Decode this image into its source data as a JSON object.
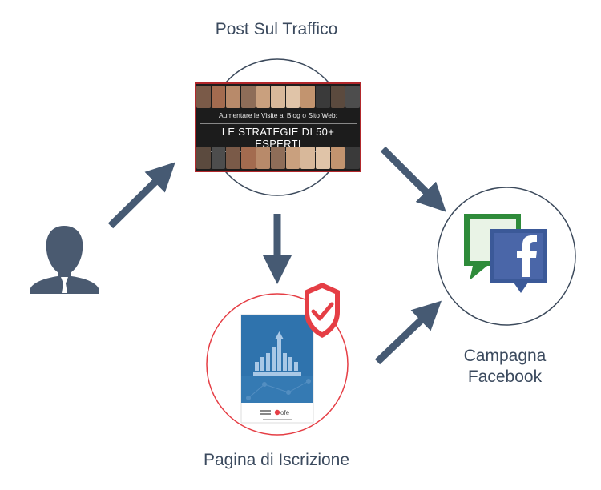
{
  "nodes": {
    "post": {
      "label": "Post Sul Traffico"
    },
    "campagna": {
      "label_line1": "Campagna",
      "label_line2": "Facebook"
    },
    "pagina": {
      "label": "Pagina di Iscrizione"
    }
  },
  "banner": {
    "line1": "Aumentare le Visite al Blog o Sito Web:",
    "line2": "LE STRATEGIE DI 50+ ESPERTI"
  },
  "ebook": {
    "brand_text": "ofe"
  },
  "icons": {
    "user": "user-icon",
    "facebook": "facebook-icon",
    "shield": "shield-check-icon"
  },
  "colors": {
    "arrow": "#465a73",
    "circle": "#3c4a5c",
    "red": "#e53e45",
    "facebook_blue": "#3b5998",
    "green": "#2e8b3a",
    "ebook_blue": "#2f73ad"
  }
}
